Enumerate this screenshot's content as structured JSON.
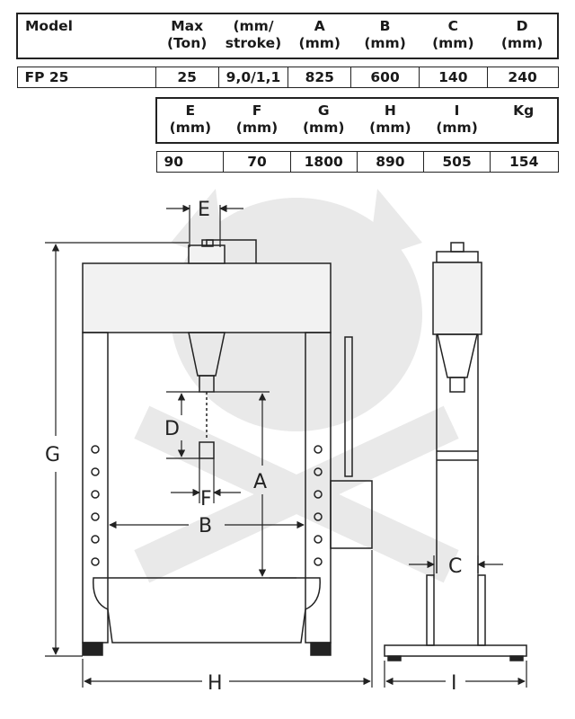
{
  "table1": {
    "headers": [
      {
        "l1": "Model",
        "l2": ""
      },
      {
        "l1": "Max",
        "l2": "(Ton)"
      },
      {
        "l1": "(mm/",
        "l2": "stroke)"
      },
      {
        "l1": "A",
        "l2": "(mm)"
      },
      {
        "l1": "B",
        "l2": "(mm)"
      },
      {
        "l1": "C",
        "l2": "(mm)"
      },
      {
        "l1": "D",
        "l2": "(mm)"
      }
    ],
    "values": [
      "FP 25",
      "25",
      "9,0/1,1",
      "825",
      "600",
      "140",
      "240"
    ]
  },
  "table2": {
    "headers": [
      {
        "l1": "E",
        "l2": "(mm)"
      },
      {
        "l1": "F",
        "l2": "(mm)"
      },
      {
        "l1": "G",
        "l2": "(mm)"
      },
      {
        "l1": "H",
        "l2": "(mm)"
      },
      {
        "l1": "I",
        "l2": "(mm)"
      },
      {
        "l1": "Kg",
        "l2": ""
      }
    ],
    "values": [
      "90",
      "70",
      "1800",
      "890",
      "505",
      "154"
    ]
  },
  "diagram": {
    "labels": {
      "A": "A",
      "B": "B",
      "C": "C",
      "D": "D",
      "E": "E",
      "F": "F",
      "G": "G",
      "H": "H",
      "I": "I"
    }
  }
}
